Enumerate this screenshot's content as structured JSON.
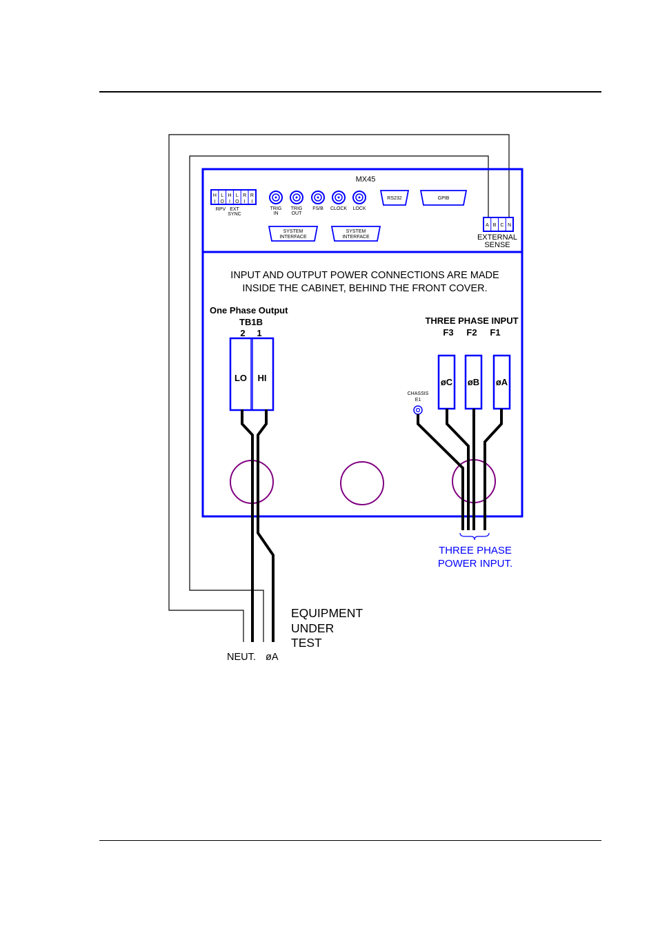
{
  "device": {
    "model": "MX45",
    "toggle_letters_top": [
      "H",
      "L",
      "H",
      "L",
      "R",
      "R"
    ],
    "toggle_letters_bottom": [
      "I",
      "O",
      "I",
      "O",
      "I",
      "I"
    ],
    "toggle_label_rpv": "RPV",
    "toggle_label_ext": "EXT",
    "toggle_label_sync": "SYNC",
    "bnc_labels": [
      {
        "line1": "TRIG",
        "line2": "IN"
      },
      {
        "line1": "TRIG",
        "line2": "OUT"
      },
      {
        "line1": "FS/B",
        "line2": ""
      },
      {
        "line1": "CLOCK",
        "line2": ""
      },
      {
        "line1": "LOCK",
        "line2": ""
      }
    ],
    "rs232_label": "RS232",
    "gpib_label": "GPIB",
    "system_interface": [
      {
        "line1": "SYSTEM",
        "line2": "INTERFACE"
      },
      {
        "line1": "SYSTEM",
        "line2": "INTERFACE"
      }
    ],
    "external_sense_terminals": [
      "A",
      "B",
      "C",
      "N"
    ],
    "external_sense_label_1": "EXTERNAL",
    "external_sense_label_2": "SENSE"
  },
  "notice": {
    "line1": "INPUT AND OUTPUT POWER CONNECTIONS ARE MADE",
    "line2": "INSIDE THE CABINET, BEHIND THE FRONT COVER."
  },
  "output": {
    "title": "One Phase Output",
    "block": "TB1B",
    "terminal_numbers": [
      "2",
      "1"
    ],
    "terminal_labels": [
      "LO",
      "HI"
    ]
  },
  "input": {
    "title": "THREE PHASE INPUT",
    "terminal_numbers": [
      "F3",
      "F2",
      "F1"
    ],
    "terminal_labels": [
      "øC",
      "øB",
      "øA"
    ],
    "chassis_label_1": "CHASSIS",
    "chassis_label_2": "E1"
  },
  "eut": {
    "line1": "EQUIPMENT",
    "line2": "UNDER",
    "line3": "TEST",
    "neutral_label": "NEUT.",
    "phase_label": "øA"
  },
  "power_input": {
    "line1": "THREE PHASE",
    "line2": "POWER INPUT."
  },
  "colors": {
    "outline": "#0000ff",
    "gland": "#800080",
    "wire": "#000000",
    "caption": "#0000ff"
  }
}
